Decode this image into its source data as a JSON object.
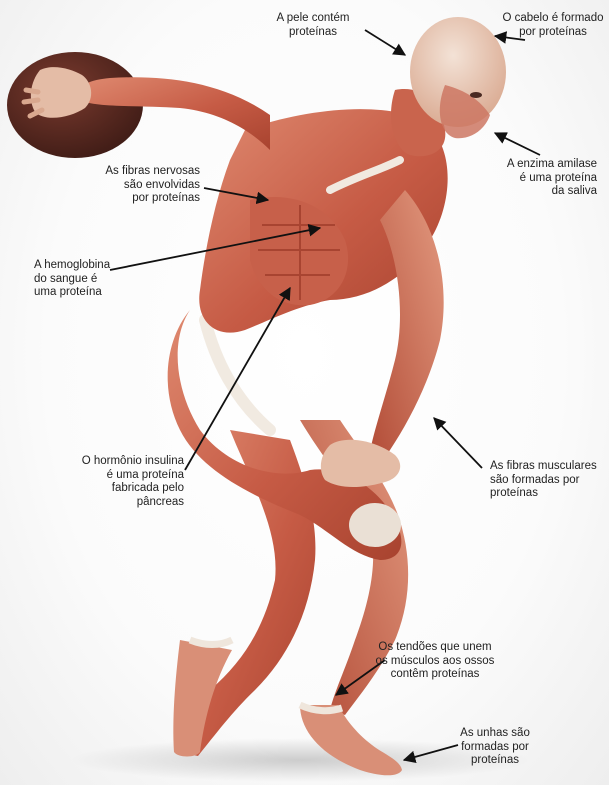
{
  "annotations": [
    {
      "id": "skin",
      "text": "A pele contém\nproteínas"
    },
    {
      "id": "hair",
      "text": "O cabelo é formado\npor proteínas"
    },
    {
      "id": "amylase",
      "text": "A enzima amilase\né uma proteína\nda saliva"
    },
    {
      "id": "nerve",
      "text": "As fibras nervosas\nsão envolvidas\npor proteínas"
    },
    {
      "id": "hemoglobin",
      "text": "A hemoglobina\ndo sangue é\numa proteína"
    },
    {
      "id": "insulin",
      "text": "O hormônio insulina\né uma proteína\nfabricada pelo\npâncreas"
    },
    {
      "id": "muscle",
      "text": "As fibras musculares\nsão formadas por\nproteínas"
    },
    {
      "id": "tendon",
      "text": "Os tendões que unem\nos músculos aos ossos\ncontêm proteínas"
    },
    {
      "id": "nails",
      "text": "As unhas são\nformadas por\nproteínas"
    }
  ],
  "colors": {
    "muscle": "#c45a45",
    "muscle_light": "#dc8a70",
    "tendon": "#efe6dc",
    "skin_head": "#e6c7b5",
    "disc": "#5b2a22",
    "arrow": "#111111"
  }
}
